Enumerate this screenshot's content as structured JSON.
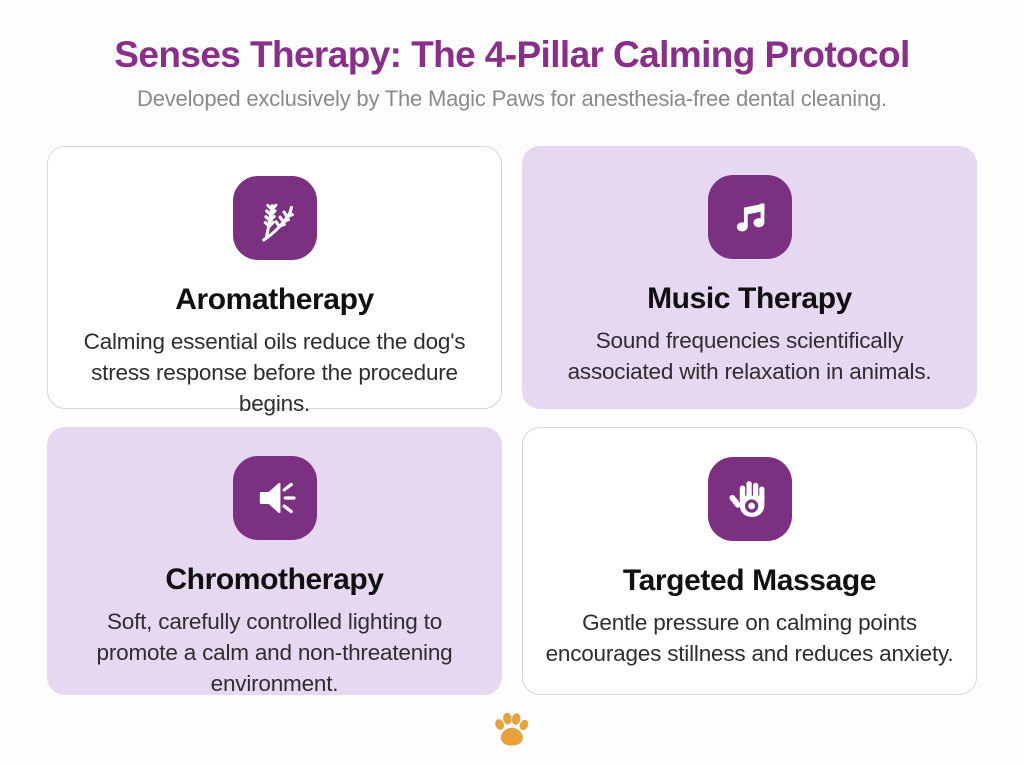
{
  "header": {
    "title": "Senses Therapy: The 4-Pillar Calming Protocol",
    "subtitle": "Developed exclusively by The Magic Paws for anesthesia-free dental cleaning."
  },
  "cards": [
    {
      "title": "Aromatherapy",
      "body": "Calming essential oils reduce the dog's stress response before the procedure begins.",
      "icon": "lavender-sprig-icon",
      "style": "outline"
    },
    {
      "title": "Music Therapy",
      "body": "Sound frequencies scientifically associated with relaxation in animals.",
      "icon": "music-note-icon",
      "style": "filled"
    },
    {
      "title": "Chromotherapy",
      "body": "Soft, carefully controlled lighting to promote a calm and non-threatening environment.",
      "icon": "speaker-icon",
      "style": "filled"
    },
    {
      "title": "Targeted Massage",
      "body": "Gentle pressure on calming points encourages stillness and reduces anxiety.",
      "icon": "hand-pressure-point-icon",
      "style": "outline"
    }
  ],
  "footer": {
    "icon": "paw-icon"
  },
  "colors": {
    "title_purple": "#8B2E8B",
    "icon_tile_purple": "#7C3081",
    "card_lavender": "#E7D8F2",
    "card_border": "#D8D8D8",
    "subtitle_gray": "#8A8A8A",
    "body_text": "#2E2E2E",
    "paw_orange": "#E9A23B"
  }
}
